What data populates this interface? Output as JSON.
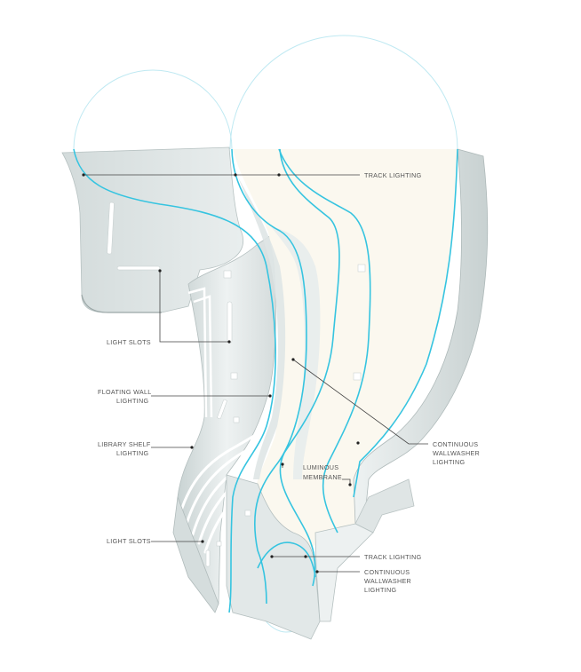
{
  "colors": {
    "accent": "#36c4e0",
    "surface": "#e4eaea",
    "membrane": "#fbf8ef",
    "leader": "#444444",
    "label": "#555555"
  },
  "labels": {
    "track_lighting_top": "TRACK LIGHTING",
    "light_slots_upper": "LIGHT SLOTS",
    "floating_wall_lighting": [
      "FLOATING WALL",
      "LIGHTING"
    ],
    "library_shelf_lighting": [
      "LIBRARY SHELF",
      "LIGHTING"
    ],
    "light_slots_lower": "LIGHT SLOTS",
    "continuous_wallwasher_upper": [
      "CONTINUOUS",
      "WALLWASHER",
      "LIGHTING"
    ],
    "luminous_membrane": [
      "LUMINOUS",
      "MEMBRANE"
    ],
    "track_lighting_bottom": "TRACK LIGHTING",
    "continuous_wallwasher_lower": [
      "CONTINUOUS",
      "WALLWASHER",
      "LIGHTING"
    ]
  }
}
